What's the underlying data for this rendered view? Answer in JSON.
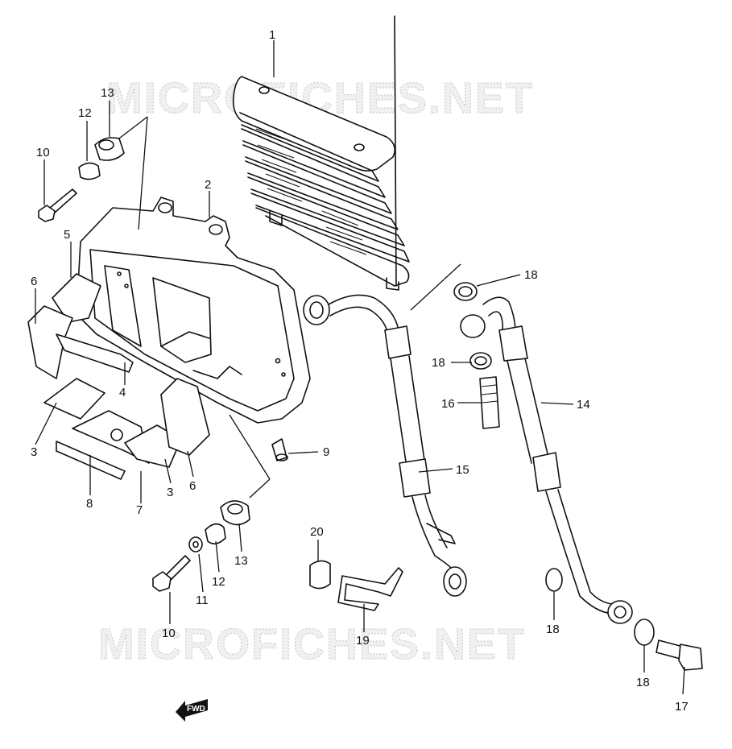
{
  "watermarks": [
    "MICROFICHES.NET",
    "MICROFICHES.NET"
  ],
  "fwd_label": "FWD",
  "callouts": [
    "1",
    "2",
    "3",
    "3",
    "4",
    "5",
    "6",
    "6",
    "7",
    "8",
    "9",
    "10",
    "10",
    "11",
    "12",
    "12",
    "13",
    "13",
    "14",
    "15",
    "16",
    "17",
    "18",
    "18",
    "18",
    "18",
    "19",
    "20"
  ]
}
